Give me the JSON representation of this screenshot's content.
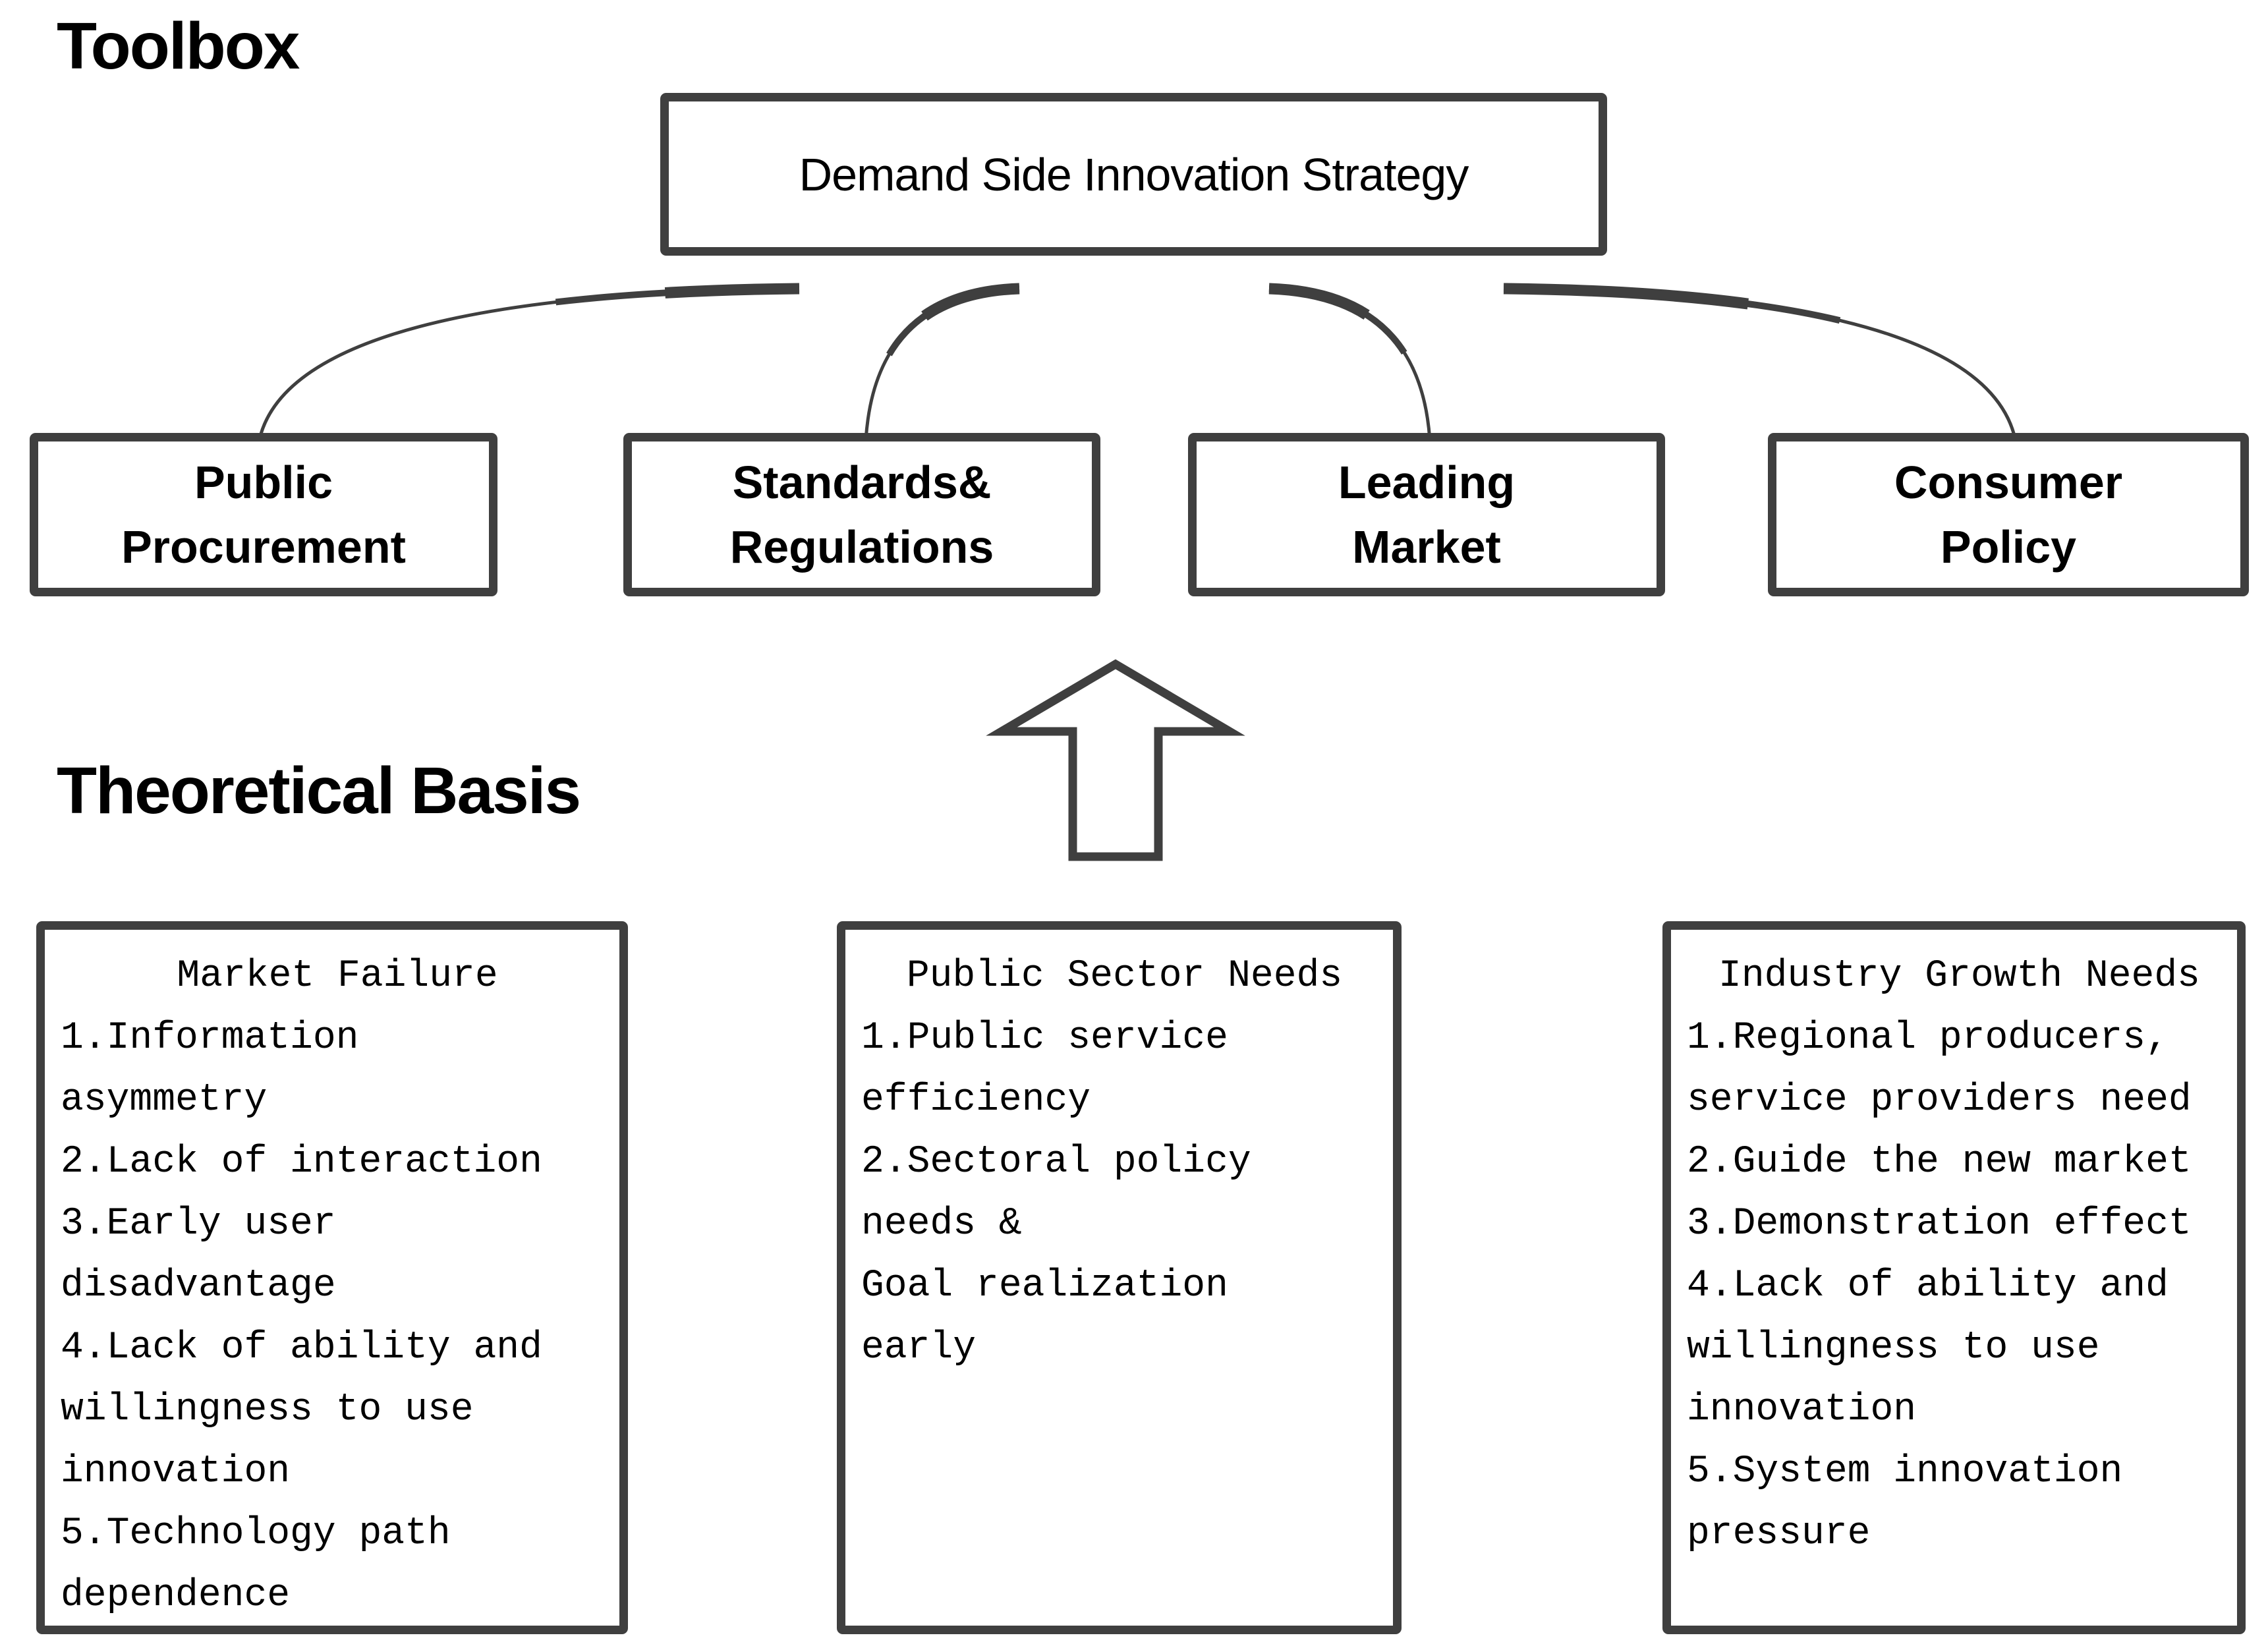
{
  "colors": {
    "outline": "#3f3f3f",
    "text": "#000000",
    "background": "#ffffff"
  },
  "toolbox": {
    "title": "Toolbox",
    "strategy_label": "Demand Side Innovation Strategy",
    "tools": [
      {
        "label": "Public\nProcurement"
      },
      {
        "label": "Standards&\nRegulations"
      },
      {
        "label": "Leading\nMarket"
      },
      {
        "label": "Consumer\nPolicy"
      }
    ]
  },
  "theoretical": {
    "title": "Theoretical Basis",
    "boxes": [
      {
        "title": "Market Failure",
        "body": "1.Information\nasymmetry\n2.Lack of interaction\n3.Early user\ndisadvantage\n4.Lack of ability and\nwillingness to use\ninnovation\n5.Technology path\ndependence"
      },
      {
        "title": "Public Sector Needs",
        "body": "1.Public service\nefficiency\n2.Sectoral policy\nneeds &\nGoal realization\nearly"
      },
      {
        "title": "Industry Growth Needs",
        "body": "1.Regional producers,\nservice providers need\n2.Guide the new market\n3.Demonstration effect\n4.Lack of ability and\nwillingness to use\ninnovation\n5.System innovation\npressure"
      }
    ]
  }
}
